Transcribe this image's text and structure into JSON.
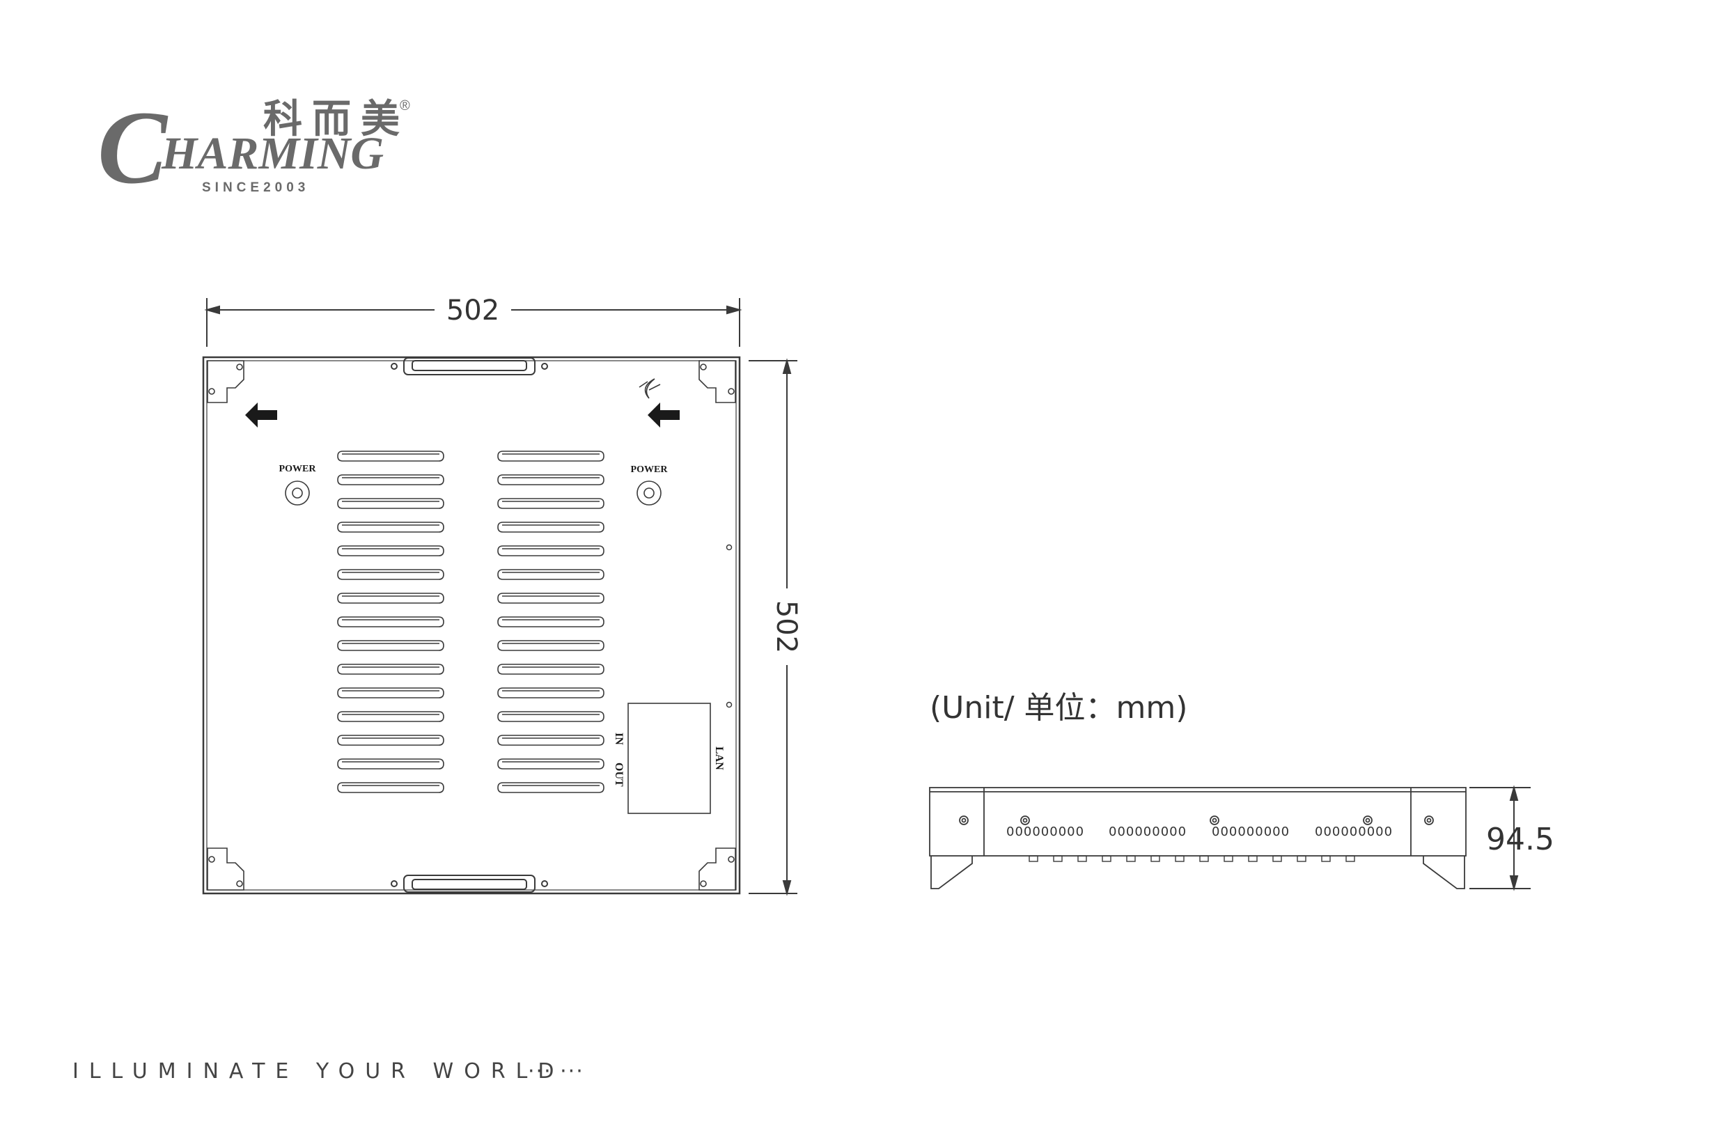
{
  "brand": {
    "chinese_name": "科而美",
    "registered_mark": "®",
    "logo_initial": "C",
    "logo_rest": "HARMING",
    "since": "SINCE2003",
    "color": "#6a6a6a"
  },
  "front_view": {
    "width_label": "502",
    "height_label": "502",
    "power_left": "POWER",
    "power_right": "POWER",
    "port_in": "IN",
    "port_out": "OUT",
    "port_lan": "LAN",
    "vent_rows": 15,
    "vent_columns": 2
  },
  "unit_note": "(Unit/ 单位：mm)",
  "side_view": {
    "depth_label": "94.5",
    "led_groups": [
      "000000000",
      "000000000",
      "000000000",
      "000000000"
    ]
  },
  "footer": {
    "slogan": "ILLUMINATE YOUR WORLD",
    "dots": "··· ···"
  },
  "colors": {
    "line": "#3a3a3a",
    "text": "#333333",
    "logo_gray": "#6a6a6a"
  }
}
